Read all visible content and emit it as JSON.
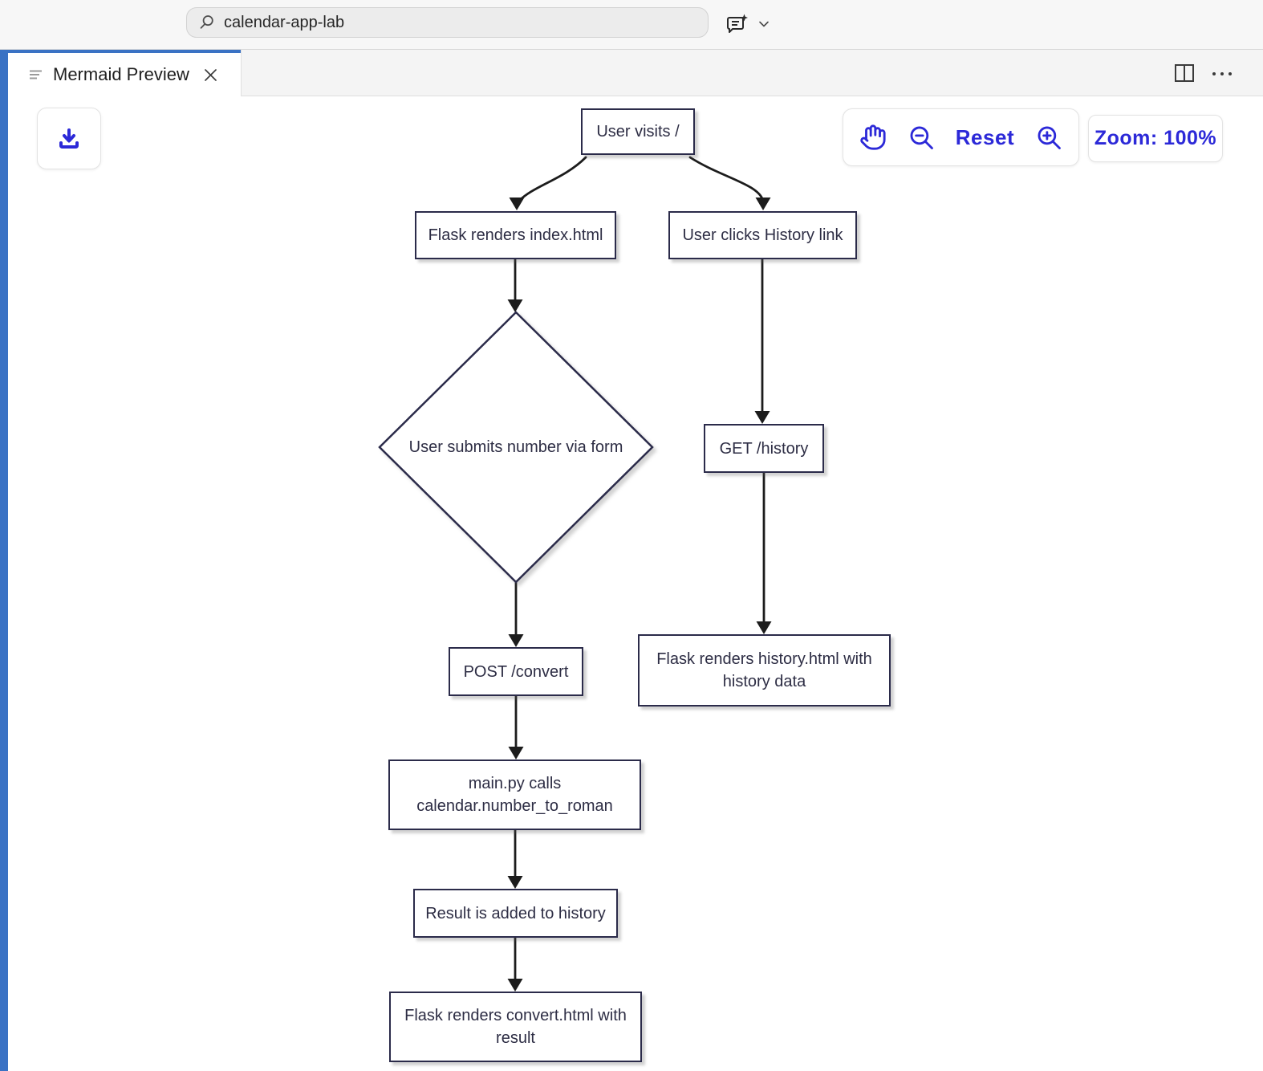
{
  "titlebar": {
    "search_value": "calendar-app-lab"
  },
  "tab": {
    "title": "Mermaid Preview"
  },
  "preview_toolbar": {
    "reset_label": "Reset",
    "zoom_label": "Zoom: 100%"
  },
  "icons": {
    "search": "magnifier",
    "copilot_chat": "chat-bubble-sparkle",
    "chevron_down": "⌄",
    "tab_list": "three-lines",
    "close": "✕",
    "split_editor": "split-square",
    "more_actions": "⋯",
    "download": "tray-arrow-down",
    "pan_hand": "open-hand",
    "zoom_out": "magnifier-minus",
    "zoom_in": "magnifier-plus"
  },
  "colors": {
    "accent_blue": "#2c29d8",
    "frame_blue": "#3a72c4",
    "node_border": "#2b2b4a",
    "edge": "#1c1c1c"
  },
  "diagram": {
    "nodes": {
      "user_visits": {
        "shape": "rect",
        "label": "User visits /"
      },
      "flask_index": {
        "shape": "rect",
        "label": "Flask renders index.html"
      },
      "user_clicks_history": {
        "shape": "rect",
        "label": "User clicks History link"
      },
      "submit_decision": {
        "shape": "diamond",
        "label": "User submits number via form"
      },
      "get_history": {
        "shape": "rect",
        "label": "GET /history"
      },
      "post_convert": {
        "shape": "rect",
        "label": "POST /convert"
      },
      "history_html": {
        "shape": "rect",
        "label": "Flask renders history.html with history data"
      },
      "main_py": {
        "shape": "rect",
        "label": "main.py calls calendar.number_to_roman"
      },
      "result_added": {
        "shape": "rect",
        "label": "Result is added to history"
      },
      "convert_html": {
        "shape": "rect",
        "label": "Flask renders convert.html with result"
      }
    },
    "edges": [
      {
        "from": "user_visits",
        "to": "flask_index"
      },
      {
        "from": "user_visits",
        "to": "user_clicks_history"
      },
      {
        "from": "flask_index",
        "to": "submit_decision"
      },
      {
        "from": "submit_decision",
        "to": "post_convert"
      },
      {
        "from": "post_convert",
        "to": "main_py"
      },
      {
        "from": "main_py",
        "to": "result_added"
      },
      {
        "from": "result_added",
        "to": "convert_html"
      },
      {
        "from": "user_clicks_history",
        "to": "get_history"
      },
      {
        "from": "get_history",
        "to": "history_html"
      }
    ]
  }
}
